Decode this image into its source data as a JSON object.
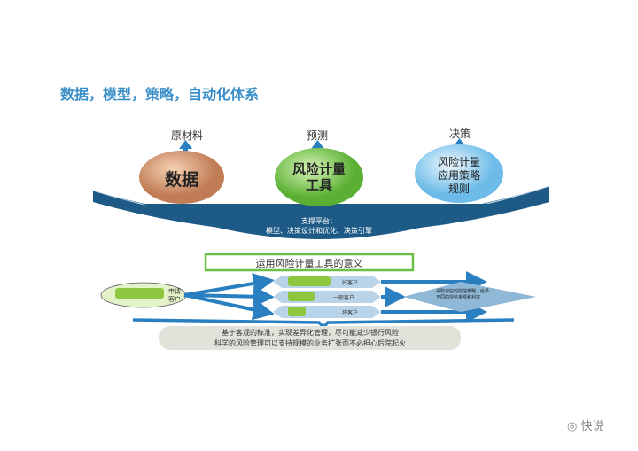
{
  "title": "数据，模型，策略，自动化体系",
  "top": {
    "labels": [
      "原材料",
      "预测",
      "决策"
    ],
    "nodes": [
      {
        "text": "数据",
        "color": "#d9a07a"
      },
      {
        "text": "风险计量工具",
        "line1": "风险计量",
        "line2": "工具",
        "color": "#8fd06a"
      },
      {
        "line1": "风险计量",
        "line2": "应用策略",
        "line3": "规则",
        "color": "#a6d8f5"
      }
    ],
    "platform": {
      "line1": "支撑平台：",
      "line2": "模型、决策设计和优化、决策引擎",
      "color": "#1d5a85"
    }
  },
  "bottom": {
    "heading": "运用风险计量工具的意义",
    "applicant": {
      "line1": "申请",
      "line2": "客户"
    },
    "segments": [
      "好客户",
      "一般客户",
      "坏客户"
    ],
    "outcome": "采取对应的授信策略，给予不同的授信金额和利率",
    "summary": [
      "基于客观的标准，实现差异化管理，尽可能减少银行风险",
      "科学的风险管理可以支持规模的业务扩张而不必担心后院起火"
    ]
  },
  "watermark": "快说",
  "colors": {
    "accent": "#2a7fc0",
    "green": "#7cc242"
  }
}
